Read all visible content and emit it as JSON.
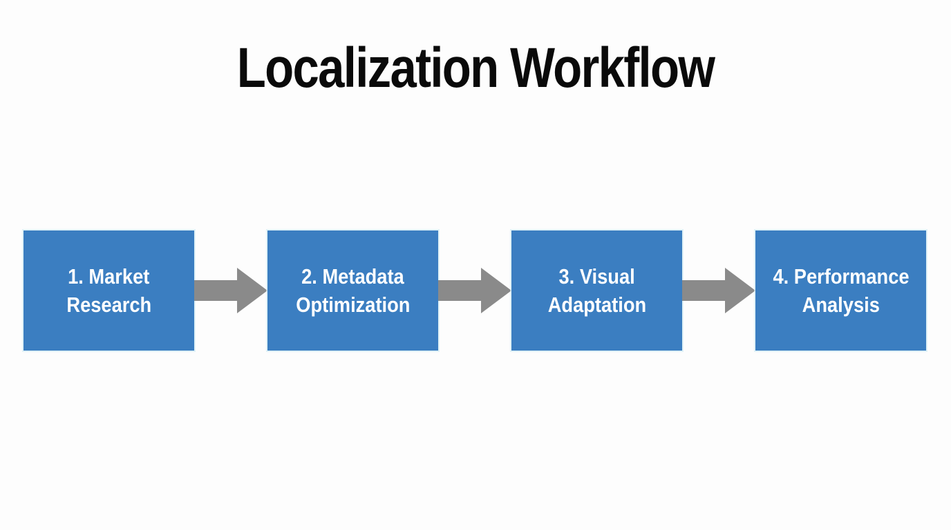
{
  "title": "Localization Workflow",
  "colors": {
    "background": "#fdfdfd",
    "box_fill": "#3b7ec1",
    "box_text": "#ffffff",
    "arrow": "#8a8a8a",
    "title_text": "#0a0a0a"
  },
  "diagram": {
    "type": "flowchart",
    "direction": "left-to-right",
    "steps": [
      {
        "label": "1. Market Research",
        "line1": "1. Market",
        "line2": "Research"
      },
      {
        "label": "2. Metadata Optimization",
        "line1": "2. Metadata",
        "line2": "Optimization"
      },
      {
        "label": "3. Visual Adaptation",
        "line1": "3. Visual",
        "line2": "Adaptation"
      },
      {
        "label": "4. Performance Analysis",
        "line1": "4. Performance",
        "line2": "Analysis"
      }
    ],
    "connector": "right-arrow"
  }
}
